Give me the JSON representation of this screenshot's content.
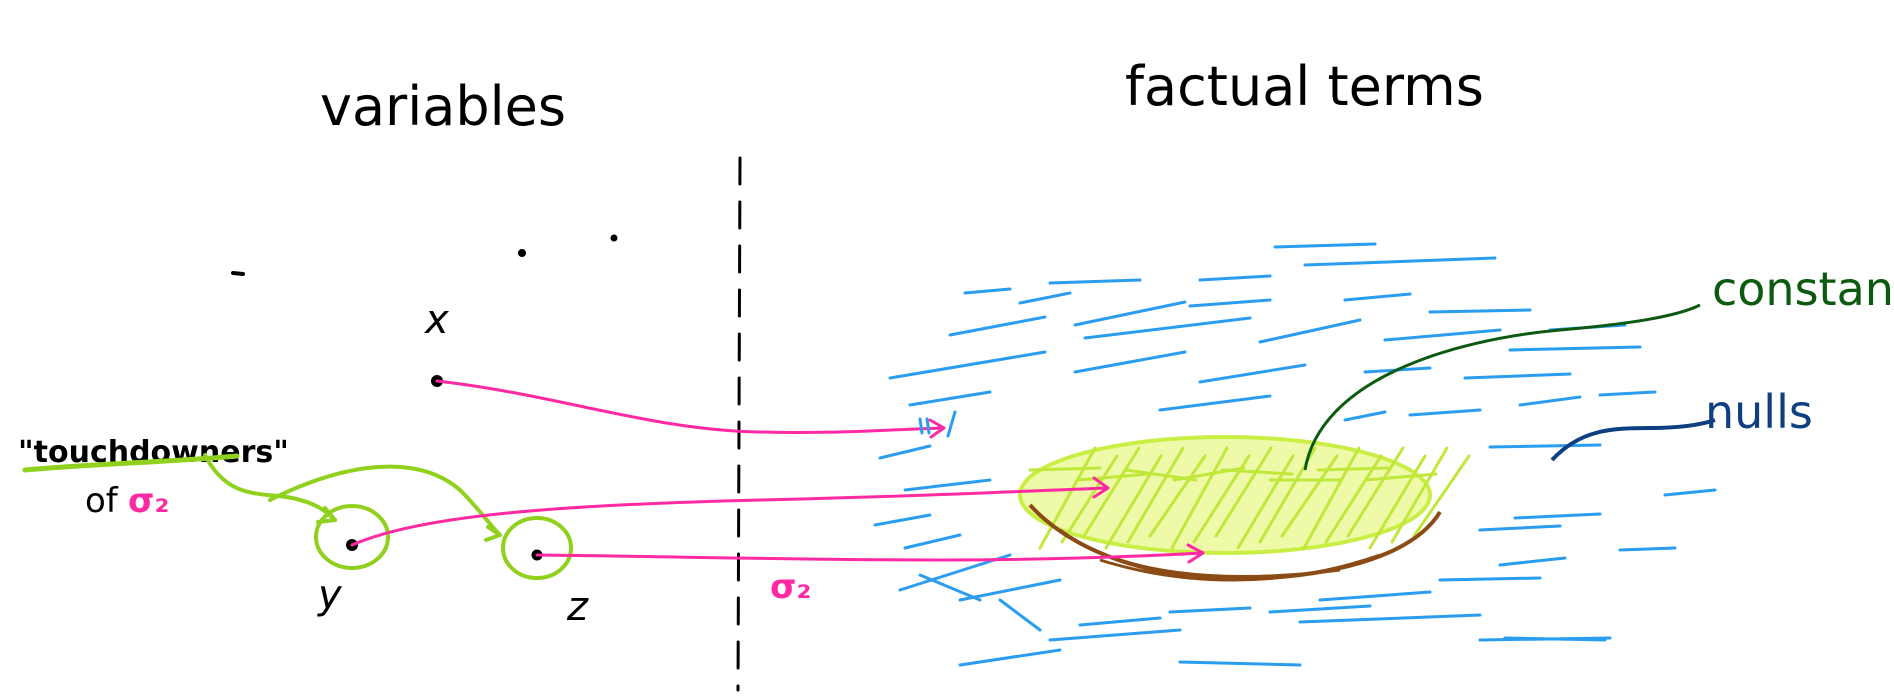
{
  "titles": {
    "left": "variables",
    "right": "factual terms"
  },
  "variables": {
    "x": "x",
    "y": "y",
    "z": "z"
  },
  "sigma": {
    "divider_label": "σ₂",
    "touchdown_sigma": "σ₂"
  },
  "touchdowners": {
    "quoted": "\"touchdowners\"",
    "of": "of"
  },
  "legend": {
    "constants": "constants",
    "nulls": "nulls"
  },
  "colors": {
    "mapping_arrow": "#ff2aa3",
    "touchdown_green": "#8fd11c",
    "constants_fill": "#d6f35a",
    "constants_outline": "#8a4b14",
    "nulls_hatch": "#2a9df0",
    "constants_label": "#0b5a10",
    "nulls_label": "#0e3f82"
  }
}
